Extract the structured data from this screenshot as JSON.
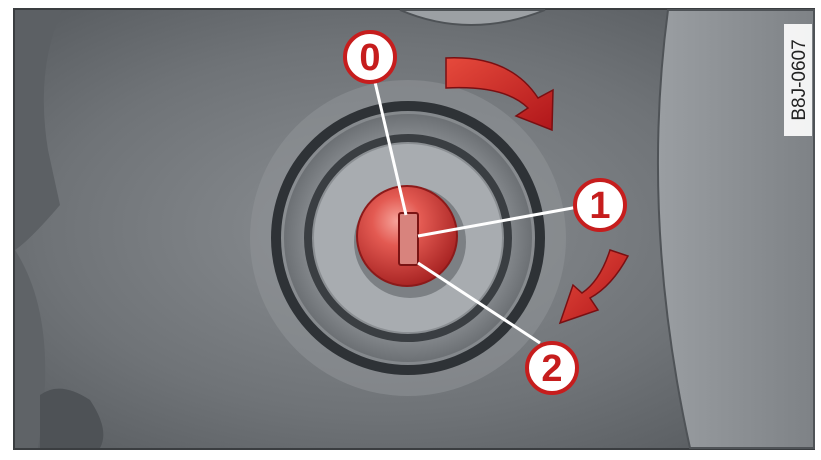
{
  "figure_code": "B8J-0607",
  "callouts": [
    {
      "label": "0"
    },
    {
      "label": "1"
    },
    {
      "label": "2"
    }
  ],
  "colors": {
    "panel": "#6f7377",
    "button_red": "#d13a3a",
    "arrow_red": "#c81f1f",
    "callout_border": "#c61d1d",
    "callout_fill": "#ffffff",
    "callout_text": "#c61d1d"
  }
}
